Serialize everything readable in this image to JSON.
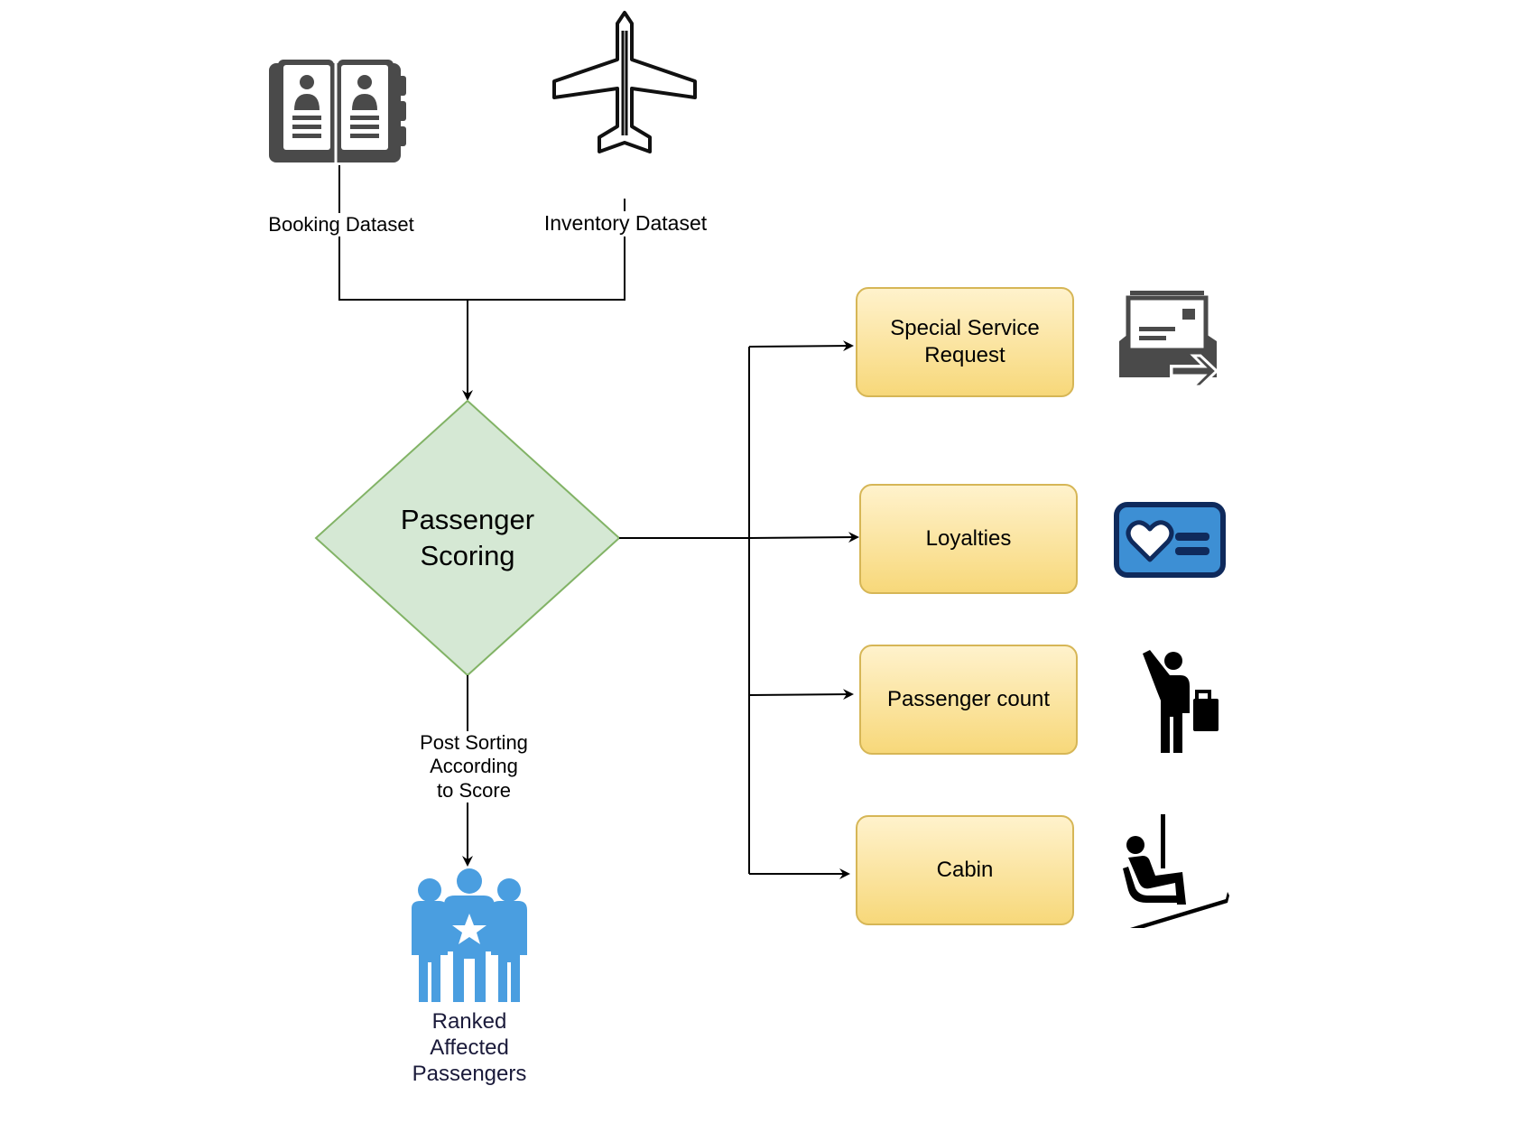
{
  "inputs": {
    "booking_label": "Booking Dataset",
    "inventory_label": "Inventory Dataset"
  },
  "decision": {
    "line1": "Passenger",
    "line2": "Scoring"
  },
  "post_sort": {
    "line1": "Post Sorting",
    "line2": "According",
    "line3": "to Score"
  },
  "output": {
    "line1": "Ranked",
    "line2": "Affected",
    "line3": "Passengers"
  },
  "factors": [
    {
      "line1": "Special Service",
      "line2": "Request",
      "icon": "inbox-tray-arrow-icon"
    },
    {
      "line1": "Loyalties",
      "line2": "",
      "icon": "loyalty-card-heart-icon"
    },
    {
      "line1": "Passenger count",
      "line2": "",
      "icon": "traveler-luggage-icon"
    },
    {
      "line1": "Cabin",
      "line2": "",
      "icon": "seated-passenger-icon"
    }
  ],
  "icons": {
    "booking": "address-book-icon",
    "inventory": "airplane-icon",
    "output": "ranked-group-icon"
  },
  "colors": {
    "decision_fill": "#d5e8d4",
    "decision_stroke": "#82b366",
    "box_fill_top": "#fff2cc",
    "box_fill_bottom": "#f7d87a",
    "box_stroke": "#d6b656",
    "people_blue": "#4a9ee0",
    "loyalty_blue": "#3d8fd4",
    "loyalty_navy": "#0f2a5c",
    "icon_gray": "#4a4a4a"
  }
}
